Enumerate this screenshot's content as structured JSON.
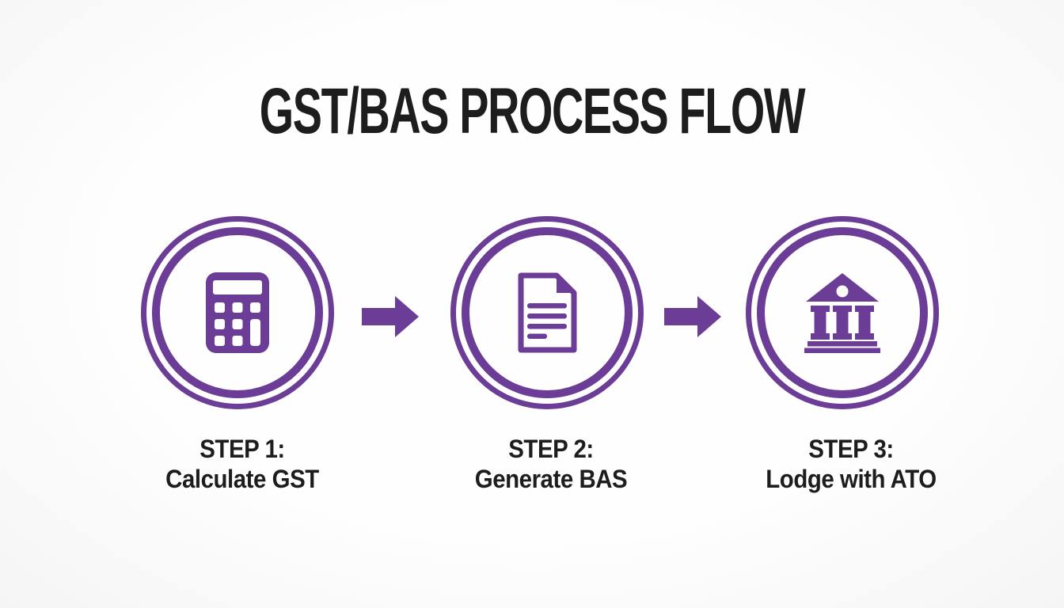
{
  "title": "GST/BAS PROCESS FLOW",
  "colors": {
    "accent": "#6b3d96",
    "ink": "#1d1d1d",
    "bg": "#fbfbfb"
  },
  "steps": [
    {
      "step": "STEP 1:",
      "action": "Calculate GST",
      "icon": "calculator-icon"
    },
    {
      "step": "STEP 2:",
      "action": "Generate BAS",
      "icon": "document-icon"
    },
    {
      "step": "STEP 3:",
      "action": "Lodge with ATO",
      "icon": "bank-icon"
    }
  ],
  "connectors": [
    "arrow-right-icon",
    "arrow-right-icon"
  ]
}
